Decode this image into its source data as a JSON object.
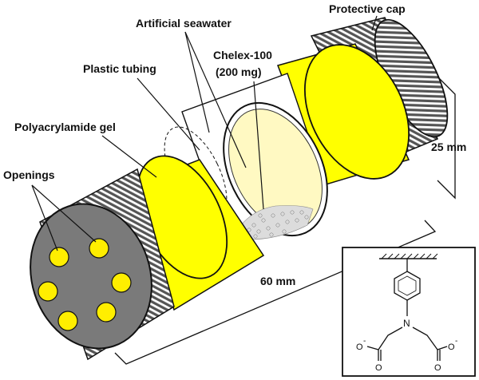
{
  "labels": {
    "artificial_seawater": "Artificial seawater",
    "protective_cap": "Protective cap",
    "plastic_tubing": "Plastic tubing",
    "chelex_line1": "Chelex-100",
    "chelex_line2": "(200 mg)",
    "polyacrylamide_gel": "Polyacrylamide gel",
    "openings": "Openings",
    "dim_diameter": "25 mm",
    "dim_length": "60 mm"
  },
  "inset": {
    "nitrogen": "N",
    "oxygen_left": "O",
    "oxygen_right": "O",
    "minus_left": "-",
    "minus_right": "-"
  },
  "colors": {
    "gel_yellow": "#ffff00",
    "hole_yellow": "#ffee00",
    "cap_gray": "#7a7a7a",
    "ribbing": "#555555",
    "outline": "#111111",
    "water_fill": "#fff9c2"
  }
}
